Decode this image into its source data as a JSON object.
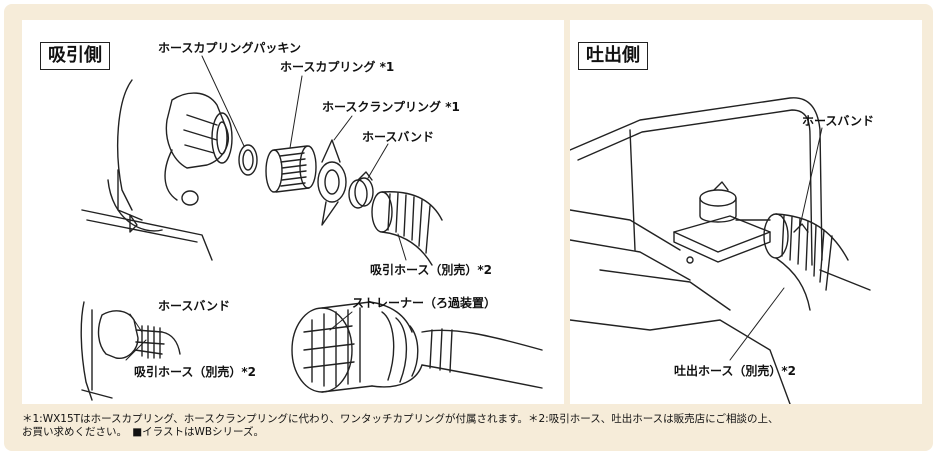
{
  "suction": {
    "title": "吸引側",
    "labels": {
      "gasket": "ホースカプリングパッキン",
      "coupling": "ホースカプリング *1",
      "clamp_ring": "ホースクランプリング *1",
      "band_top": "ホースバンド",
      "hose_top": "吸引ホース（別売）*2",
      "band_bottom": "ホースバンド",
      "hose_bottom": "吸引ホース（別売）*2",
      "strainer": "ストレーナー（ろ過装置）"
    }
  },
  "discharge": {
    "title": "吐出側",
    "labels": {
      "band": "ホースバンド",
      "hose": "吐出ホース（別売）*2"
    }
  },
  "footnote": {
    "line1": "＊1:WX15Tはホースカプリング、ホースクランプリングに代わり、ワンタッチカプリングが付属されます。＊2:吸引ホース、吐出ホースは販売店にご相談の上、",
    "line2": "お買い求めください。　■イラストはWBシリーズ。"
  },
  "colors": {
    "background": "#f6ecd9",
    "panel": "#ffffff",
    "line": "#222222"
  }
}
